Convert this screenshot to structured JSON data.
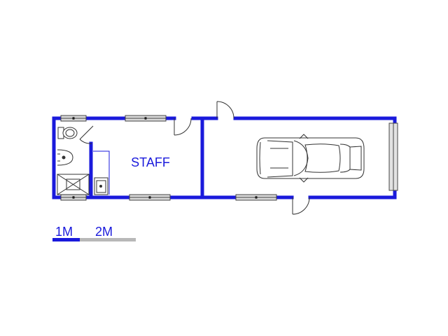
{
  "rooms": {
    "staff_label": "STAFF"
  },
  "scale_bar": {
    "label_1": "1M",
    "label_2": "2M"
  },
  "colors": {
    "wall": "#1a1adc",
    "text": "#1a1adc",
    "line": "#333333",
    "scale_dark": "#1a1adc",
    "scale_light": "#b8b8b8"
  },
  "icons": [
    "door-swing-icon",
    "window-icon",
    "car-icon",
    "toilet-icon",
    "basin-icon",
    "shower-icon",
    "sink-icon"
  ]
}
